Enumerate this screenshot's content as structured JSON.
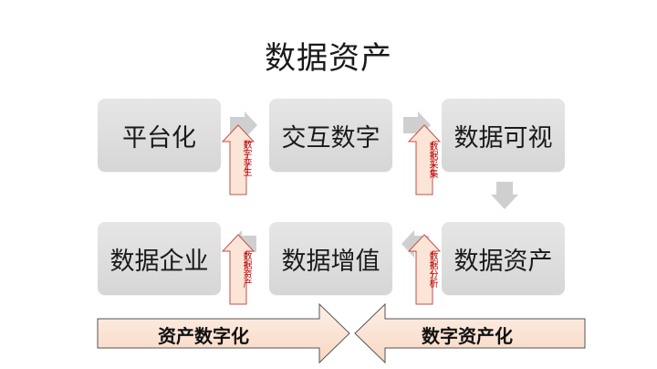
{
  "title": "数据资产",
  "boxes": {
    "platform": "平台化",
    "interactive": "交互数字",
    "visual": "数据可视",
    "enterprise": "数据企业",
    "value_add": "数据增值",
    "assets": "数据资产"
  },
  "up_arrow_labels": {
    "twin": "数字孪生",
    "collect": "数据采集",
    "assets": "数据资产",
    "analysis": "数据分析"
  },
  "bottom_arrows": {
    "left": "资产数字化",
    "right": "数字资产化"
  },
  "colors": {
    "box_fill": "#dedede",
    "flow_arrow": "#cfcfcf",
    "up_arrow_fill": "#fbe5d6",
    "up_arrow_stroke": "#c0504d",
    "label_text": "#c00000",
    "big_arrow_fill": "#fbe3d3",
    "big_arrow_stroke": "#555555"
  }
}
